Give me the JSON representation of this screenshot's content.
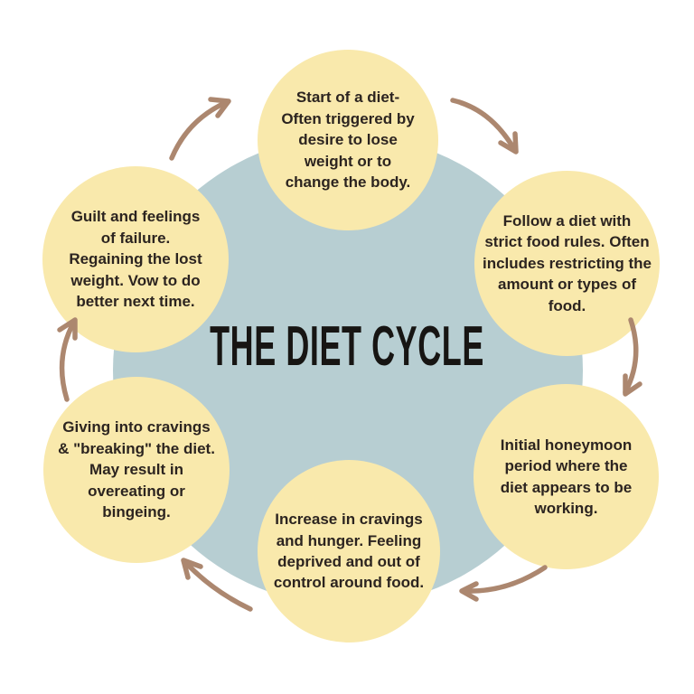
{
  "title": "THE DIET CYCLE",
  "colors": {
    "background": "#ffffff",
    "center_circle": "#b7ced2",
    "step_circle": "#f9e9ac",
    "arrow": "#ac876f",
    "step_text": "#2c2420",
    "title_text": "#171513"
  },
  "diagram": {
    "type": "cycle",
    "direction": "clockwise",
    "steps": [
      {
        "name": "diet-start",
        "position": "top",
        "lines": [
          "Start of a diet-",
          "Often triggered by",
          "desire to lose",
          "weight or to",
          "change the body."
        ]
      },
      {
        "name": "strict-food-rules",
        "position": "top-right",
        "lines": [
          "Follow a diet with",
          "strict food rules. Often",
          "includes restricting the",
          "amount or types of",
          "food."
        ]
      },
      {
        "name": "honeymoon-period",
        "position": "bottom-right",
        "lines": [
          "Initial honeymoon",
          "period where the",
          "diet appears to be",
          "working."
        ]
      },
      {
        "name": "increased-cravings",
        "position": "bottom",
        "lines": [
          "Increase in cravings",
          "and hunger. Feeling",
          "deprived and out of",
          "control around food."
        ]
      },
      {
        "name": "breaking-the-diet",
        "position": "bottom-left",
        "lines": [
          "Giving into cravings",
          "& \"breaking\" the diet.",
          "May result in",
          "overeating or",
          "bingeing."
        ]
      },
      {
        "name": "guilt-and-failure",
        "position": "top-left",
        "lines": [
          "Guilt and feelings",
          "of failure.",
          "Regaining the lost",
          "weight. Vow to do",
          "better next time."
        ]
      }
    ],
    "arrows": [
      {
        "icon": "curved-arrow-icon",
        "from": "guilt-and-failure",
        "to": "diet-start"
      },
      {
        "icon": "curved-arrow-icon",
        "from": "diet-start",
        "to": "strict-food-rules"
      },
      {
        "icon": "curved-arrow-icon",
        "from": "strict-food-rules",
        "to": "honeymoon-period"
      },
      {
        "icon": "curved-arrow-icon",
        "from": "honeymoon-period",
        "to": "increased-cravings"
      },
      {
        "icon": "curved-arrow-icon",
        "from": "increased-cravings",
        "to": "breaking-the-diet"
      },
      {
        "icon": "curved-arrow-icon",
        "from": "breaking-the-diet",
        "to": "guilt-and-failure"
      }
    ]
  }
}
